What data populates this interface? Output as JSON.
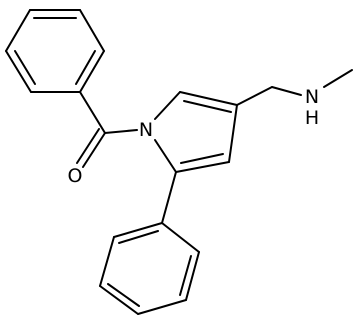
{
  "molecule": {
    "line_color": "#000000",
    "background": "#ffffff",
    "atom_labels": {
      "pyrrole_nitrogen": "N",
      "carbonyl_oxygen": "O",
      "amine_nitrogen": "N",
      "amine_hydrogen": "H"
    }
  }
}
